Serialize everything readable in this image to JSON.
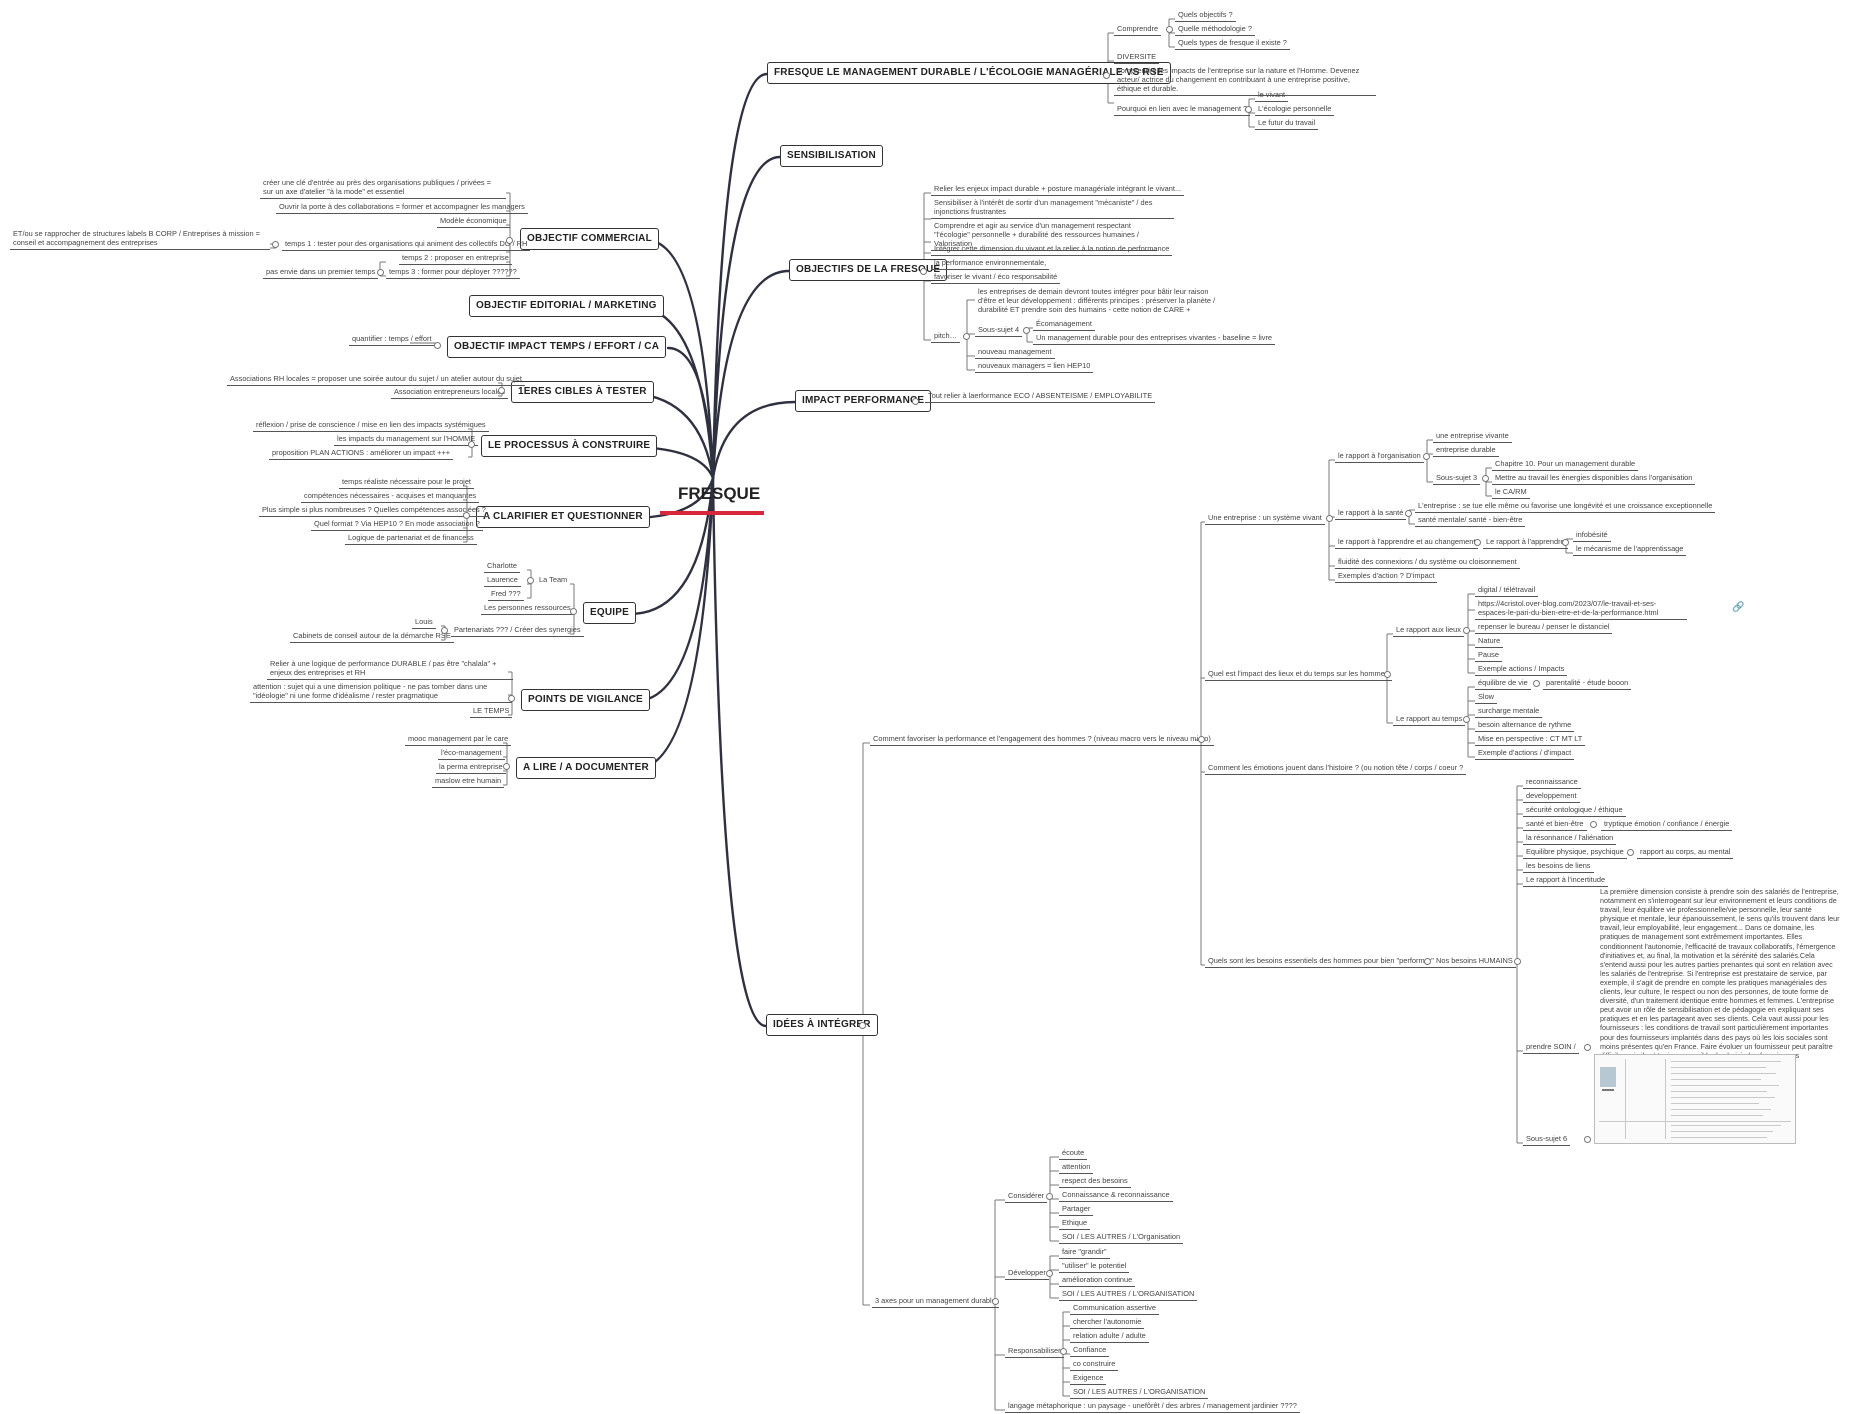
{
  "root": "FRESQUE",
  "colors": {
    "accent": "#d8263a",
    "line": "#2f3140",
    "text": "#444444"
  },
  "icons": {
    "collapse": "circle-collapse-icon",
    "link": "link-icon"
  },
  "topics": {
    "fresque_mgmt": "FRESQUE LE MANAGEMENT DURABLE / L'ÉCOLOGIE MANAGÉRIALE VS RSE",
    "sensibilisation": "SENSIBILISATION",
    "objectifs_fresque": "OBJECTIFS DE LA FRESQUE",
    "impact_perf": "IMPACT PERFORMANCE",
    "idees": "IDÉES À INTÉGRER",
    "obj_commercial": "OBJECTIF COMMERCIAL",
    "obj_editorial": "OBJECTIF EDITORIAL / MARKETING",
    "obj_impact": "OBJECTIF IMPACT TEMPS / EFFORT / CA",
    "cibles": "1ERES CIBLES À TESTER",
    "processus": "LE PROCESSUS À CONSTRUIRE",
    "clarifier": "A CLARIFIER ET QUESTIONNER",
    "equipe": "EQUIPE",
    "vigilance": "POINTS DE VIGILANCE",
    "lire": "A LIRE / A DOCUMENTER"
  },
  "fm": {
    "comprendre": "Comprendre",
    "quels_obj": "Quels objectifs ?",
    "quelle_meth": "Quelle méthodologie ?",
    "quels_types": "Quels types de fresque il existe ?",
    "diversite": "DIVERSITE",
    "comprendre_impacts": "comprendre les impacts de l'entreprise sur la nature et l'Homme. Devenez acteur/ actrice du changement en contribuant à une entreprise positive, éthique et durable.",
    "pourquoi": "Pourquoi en lien avec le management ?",
    "vivant": "le vivant",
    "ecologie_perso": "L'écologie personnelle",
    "futur": "Le futur du travail"
  },
  "of": {
    "relier": "Relier les enjeux impact durable + posture managériale intégrant le vivant...",
    "sensibiliser": "Sensibiliser à l'intérêt de sortir d'un management \"mécaniste\" / des injonctions frustrantes",
    "comprendre_agir": "Comprendre et agir au service d'un management respectant \"l'écologie\" personnelle + durabilité des ressources humaines / Valorisation",
    "integrer": "Intégrer cette dimension du vivant et la relier à la notion de performance",
    "perf_env": "la performance environnementale,",
    "favoriser": "favoriser le vivant / éco responsabilité",
    "pitch": "pitch…",
    "entreprises_demain": "les entreprises de demain devront toutes intégrer pour bâtir leur raison d'être et leur développement : différents principes : préserver la planète / durabilité ET prendre soin des humains - cette notion de CARE +",
    "sous_sujet4": "Sous-sujet 4",
    "ecomanagement": "Écomanagement",
    "mgmt_durable": "Un management durable pour des entreprises vivantes - baseline = livre",
    "nouveau_mgmt": "nouveau management",
    "nouveaux_managers": "nouveaux managers = lien HEP10"
  },
  "ip": {
    "relier": "Tout relier à laerformance ECO / ABSENTEISME / EMPLOYABILITE"
  },
  "oc": {
    "creer": "créer une clé d'entrée au près des organisations publiques / privées = sur un axe d'atelier \"à la mode\" et essentiel",
    "ouvrir": "Ouvrir la porte à des collaborations = former et accompagner les managers",
    "modele": "Modèle économique",
    "temps1": "temps 1 : tester pour des organisations qui animent des collectifs DG / RH",
    "etou": "ET/ou se rapprocher de structures labels B CORP / Entreprises à mission = conseil et accompagnement des entreprises",
    "temps2": "temps 2 : proposer en entreprise",
    "temps3": "temps 3 : former pour déployer ??????",
    "pas_envie": "pas envie dans un premier temps"
  },
  "oi": {
    "quantifier": "quantifier : temps / effort"
  },
  "ci": {
    "assoc_rh": "Associations RH locales = proposer une soirée autour du sujet / un atelier autour du sujet",
    "assoc_ent": "Association entrepreneurs locales"
  },
  "pr": {
    "reflexion": "réflexion / prise de conscience / mise en lien des impacts systémiques",
    "impacts": "les impacts du management sur l'HOMME",
    "proposition": "proposition PLAN ACTIONS : améliorer un impact +++"
  },
  "cl": {
    "temps": "temps réaliste nécessaire pour le projet",
    "competences": "compétences nécessaires - acquises et manquantes",
    "plus_simple": "Plus simple si plus nombreuses ? Quelles compétences associées ?",
    "format": "Quel format ? Via HEP10 ? En mode association ?",
    "logique": "Logique de partenariat et de financess"
  },
  "eq": {
    "charlotte": "Charlotte",
    "laurence": "Laurence",
    "fred": "Fred ???",
    "team": "La Team",
    "ressources": "Les personnes ressources",
    "louis": "Louis",
    "cabinets": "Cabinets de conseil autour de la démarche RSE",
    "partenariats": "Partenariats ??? / Créer des synergies"
  },
  "vg": {
    "relier": "Relier à une logique de performance DURABLE / pas être \"chalala\" + enjeux des entreprises et RH",
    "attention": "attention : sujet qui a une dimension politique - ne pas tomber dans une \"idéologie\" ni une forme d'idéalisme / rester pragmatique",
    "temps": "LE TEMPS"
  },
  "lr": {
    "mooc": "mooc management par le care",
    "eco": "l'éco-management",
    "perma": "la perma entreprise",
    "maslow": "maslow etre humain"
  },
  "id": {
    "comment": "Comment favoriser la performance et l'engagement  des hommes ?  (niveau macro vers le niveau micro)",
    "systeme": "Une entreprise : un système vivant",
    "rapport_org": "le rapport à l'organisation",
    "ent_vivante": "une entreprise vivante",
    "ent_durable": "entreprise durable",
    "sous_sujet3": "Sous-sujet 3",
    "chapitre10": "Chapitre 10. Pour un management durable",
    "mettre": "Mettre au travail les énergies disponibles dans l'organisation",
    "ca_rm": "le CA/RM",
    "rapport_sante": "le rapport à la santé",
    "tue": "L'entreprise : se tue elle même ou favorise une longévité et une croissance exceptionnelle",
    "sante_mentale": "santé mentale/ santé - bien-être",
    "rapport_apprendre": "le rapport à l'apprendre et au changement",
    "rapport_apprendre2": "Le rapport à l'apprendre",
    "infobesite": "infobésité",
    "mecanisme": "le mécanisme de l'apprentissage",
    "fluidite": "fluidité des connexions / du système ou cloisonnement",
    "exemples_action": "Exemples d'action ? D'impact",
    "lieux_temps": "Quel est l'impact des lieux et du temps sur les hommes",
    "rapport_lieux": "Le rapport aux lieux",
    "digital": "digital / télétravail",
    "url": "https://4cristol.over-blog.com/2023/07/le-travail-et-ses-espaces-le-pari-du-bien-etre-et-de-la-performance.html",
    "repenser": "repenser le bureau / penser le distanciel",
    "nature": "Nature",
    "pause": "Pause",
    "exemple_actions": "Exemple actions / Impacts",
    "rapport_temps": "Le rapport au temps",
    "equilibre": "équilibre de vie",
    "parentalite": "parentalité - étude booon",
    "slow": "Slow",
    "surcharge": "surcharge mentale",
    "besoin_alt": "besoin alternance de rythme",
    "perspective": "Mise en perspective : CT MT LT",
    "exemple_actions2": "Exemple d'actions / d'impact",
    "emotions": "Comment les émotions jouent dans l'histoire ? (ou notion tête / corps / coeur ?",
    "besoins": "Quels sont les besoins essentiels des hommes pour bien \"performer\"",
    "nos_besoins": "Nos besoins HUMAINS",
    "reconnaissance": "reconnaissance",
    "developpement": "developpement",
    "securite": "sécurité ontologique / éthique",
    "sante_bien_etre": "santé et bien-être",
    "tryptique": "tryptique émotion  / confiance / énergie",
    "resonnance": "la résonnance / l'aliénation",
    "equilibre_phys": "Equilibre physique, psychique",
    "rapport_corps": "rapport au corps, au mental",
    "liens": "les besoins de liens",
    "incertitude": "Le rapport à l'incertitude",
    "prendre_soin": "prendre SOIN /",
    "paragraph": "La première dimension consiste à prendre soin des salariés de l'entreprise, notamment en s'interrogeant sur leur environnement et leurs conditions de travail, leur équilibre vie professionnelle/vie personnelle, leur santé physique et mentale, leur épanouissement, le sens qu'ils trouvent dans leur travail, leur employabilité, leur engagement... Dans ce domaine, les pratiques de management sont extrêmement importantes. Elles conditionnent l'autonomie, l'efficacité de travaux collaboratifs, l'émergence d'initiatives et, au final, la motivation et la sérénité des salariés.Cela s'entend aussi pour les autres parties prenantes qui sont en relation avec les salariés de l'entreprise. Si l'entreprise est prestataire de service, par exemple, il s'agit de prendre en compte les pratiques managériales des clients, leur culture, le respect ou non des personnes, de toute forme de diversité, d'un traitement identique entre hommes et femmes. L'entreprise peut avoir un rôle de sensibilisation et de pédagogie en expliquant ses pratiques et en les partageant avec ses clients. Cela vaut aussi pour les fournisseurs : les conditions de travail sont particulièrement importantes pour des fournisseurs implantés dans des pays où les lois sociales sont moins présentes qu'en France. Faire évoluer un fournisseur peut paraître difficile mais il est toujours possible de choisir des fournisseurs respectueux des humains - livre la permaentreprise",
    "sous_sujet6": "Sous-sujet 6",
    "axes": "3 axes pour un management durable",
    "considerer": "Considérer",
    "ecoute": "écoute",
    "attention": "attention",
    "respect": "respect des besoins",
    "connaissance": "Connaissance & reconnaissance",
    "partager": "Partager",
    "ethique": "Ethique",
    "soi1": "SOI / LES AUTRES / L'Organisation",
    "developper": "Développer",
    "faire_grandir": "faire \"grandir\"",
    "utiliser": "\"utiliser\" le potentiel",
    "amelioration": "amélioration continue",
    "soi2": "SOI / LES AUTRES / L'ORGANISATION",
    "responsabiliser": "Responsabiliser",
    "communication": "Communication assertive",
    "autonomie": "chercher l'autonomie",
    "relation": "relation adulte / adulte",
    "confiance": "Confiance",
    "co_construire": "co construire",
    "exigence": "Exigence",
    "soi3": "SOI / LES AUTRES / L'ORGANISATION",
    "langage": "langage métaphorique : un paysage - unefôrêt / des arbres / management jardinier ????"
  }
}
